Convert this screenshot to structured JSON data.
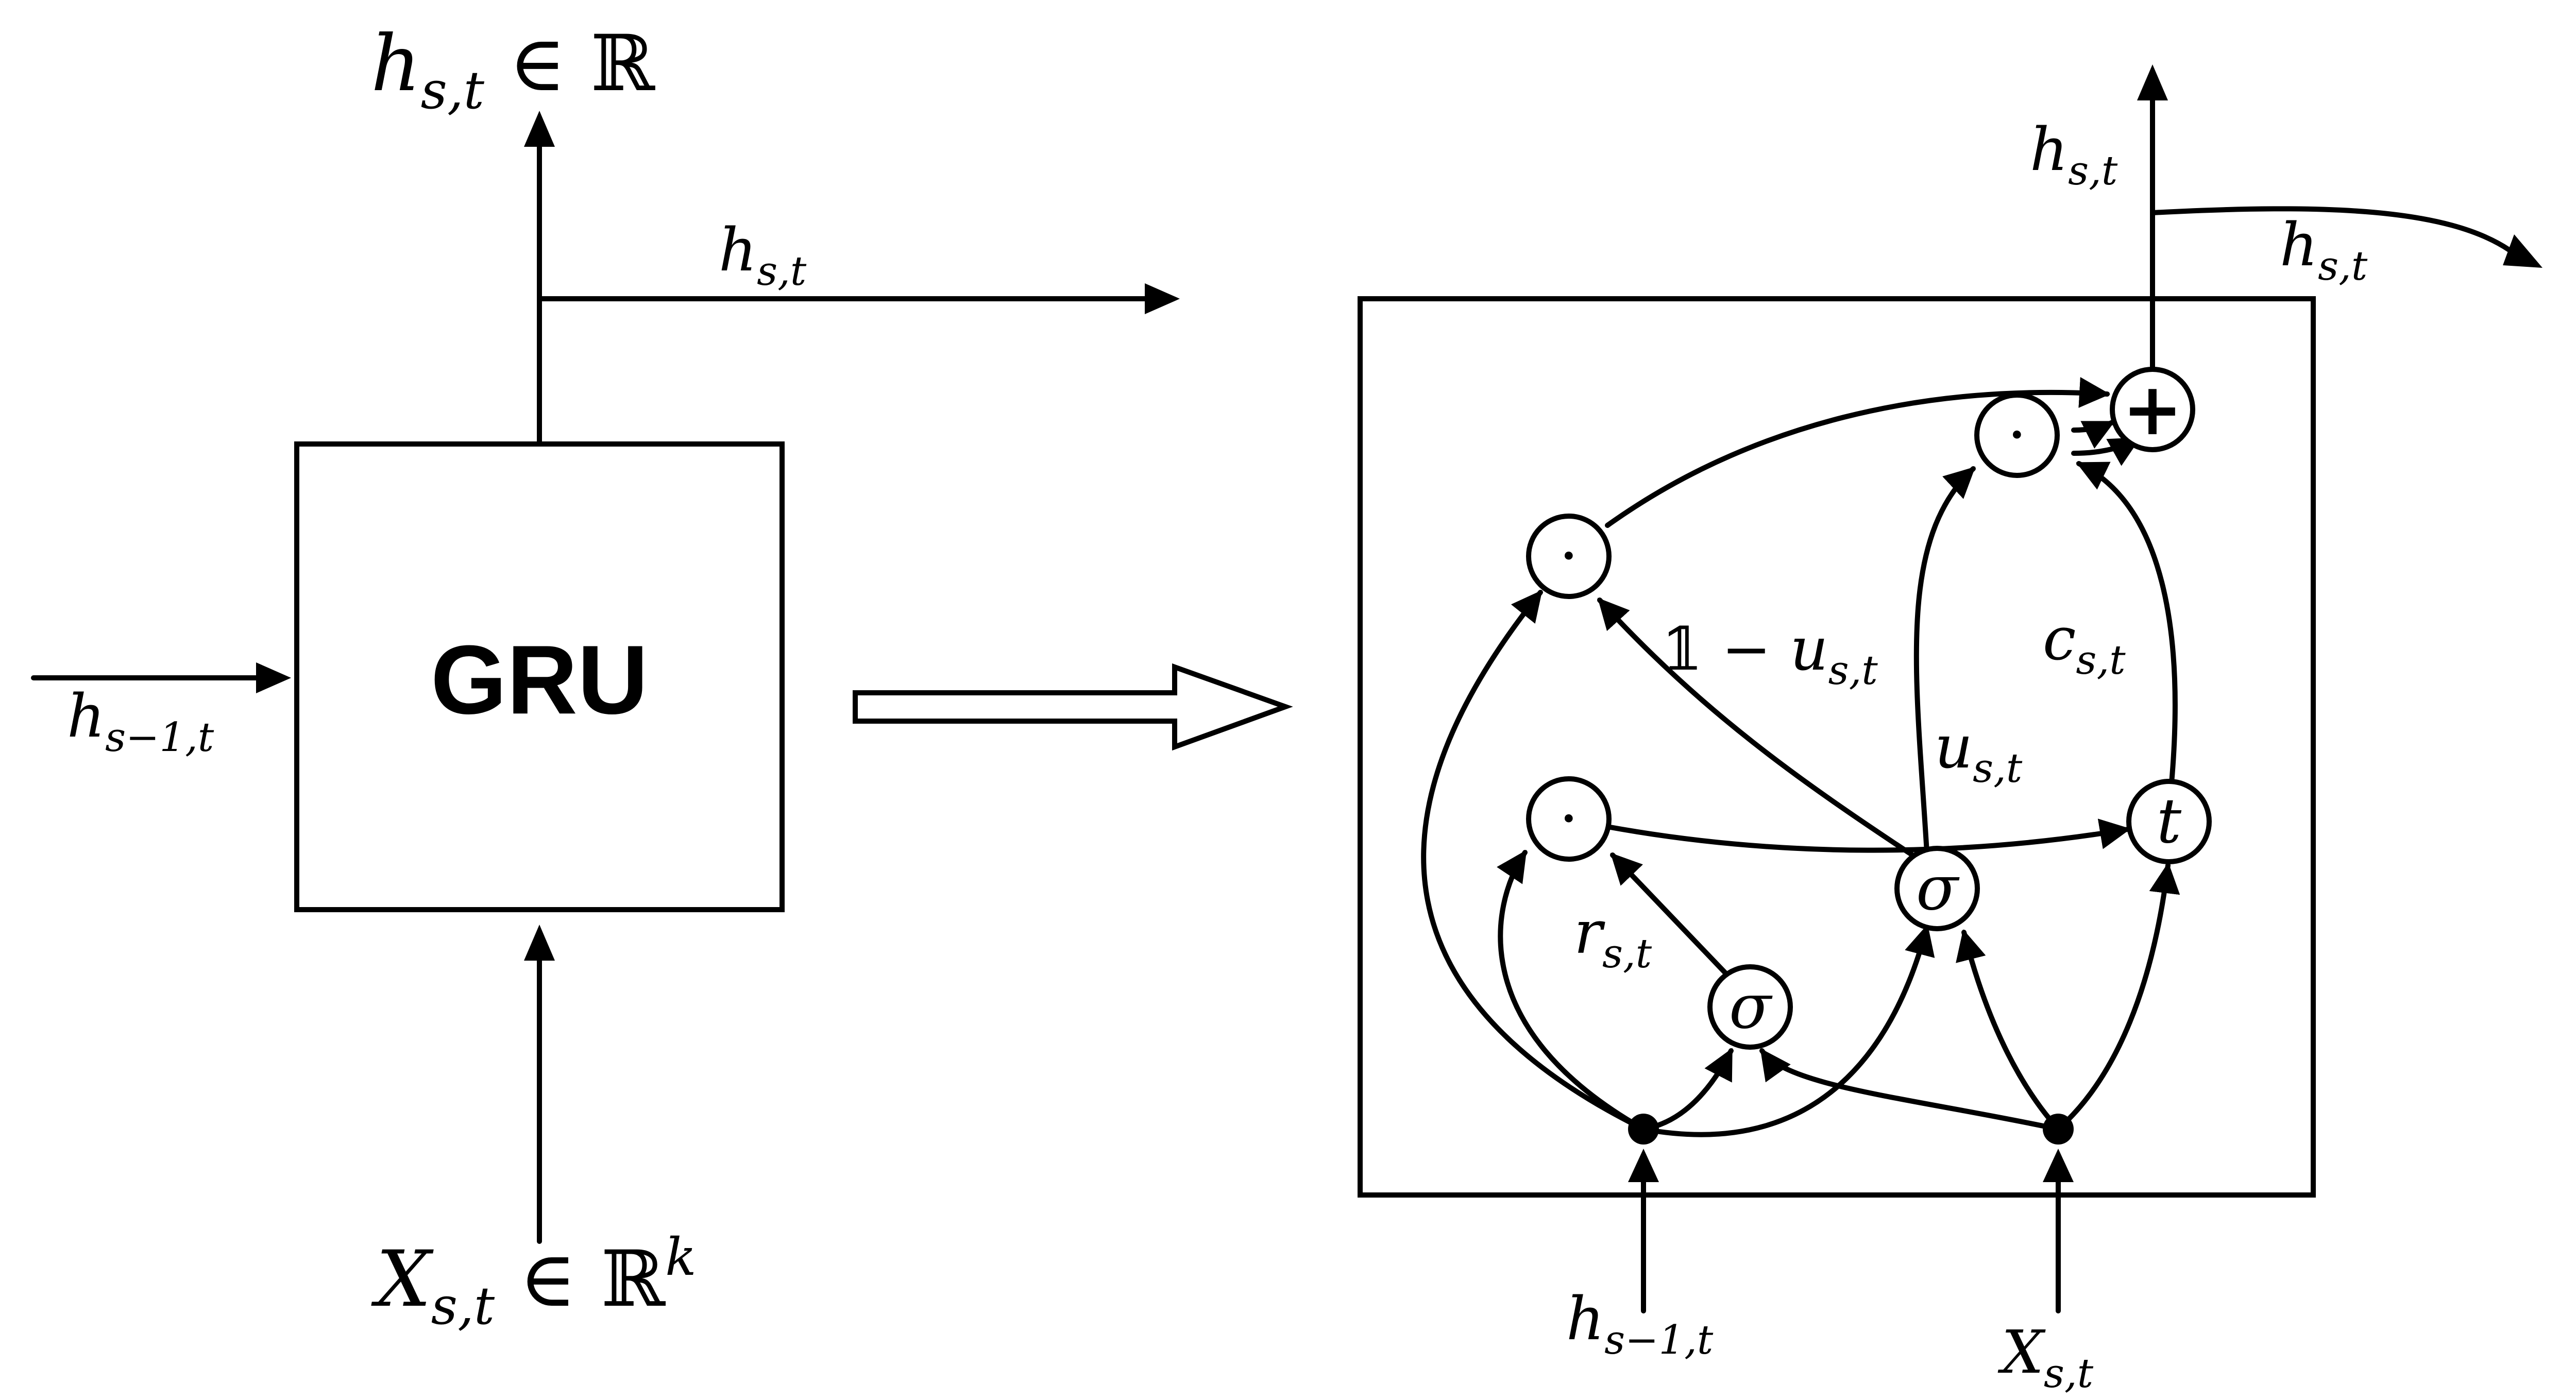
{
  "left": {
    "block_label": "GRU",
    "output_top": {
      "base": "h",
      "sub": "s,t",
      "suffix": " ∈ ℝ"
    },
    "output_right": {
      "base": "h",
      "sub": "s,t"
    },
    "input_left": {
      "base": "h",
      "sub": "s−1,t"
    },
    "input_bottom": {
      "base": "X",
      "sub": "s,t",
      "suffix": " ∈ ℝ",
      "sup": "k"
    }
  },
  "right": {
    "output_top": {
      "base": "h",
      "sub": "s,t"
    },
    "output_right": {
      "base": "h",
      "sub": "s,t"
    },
    "input_h": {
      "base": "h",
      "sub": "s−1,t"
    },
    "input_x": {
      "base": "X",
      "sub": "s,t"
    },
    "label_reset": {
      "base": "r",
      "sub": "s,t"
    },
    "label_update": {
      "base": "u",
      "sub": "s,t"
    },
    "label_one_minus": {
      "prefix": "𝟙 − ",
      "base": "u",
      "sub": "s,t"
    },
    "label_candidate": {
      "base": "c",
      "sub": "s,t"
    },
    "nodes": {
      "sigma_reset": "σ",
      "sigma_update": "σ",
      "tanh": "t",
      "mult_upper_left": "·",
      "mult_lower_left": "·",
      "mult_right": "·",
      "add": "+"
    }
  },
  "transition_arrow": "hollow-right-arrow"
}
